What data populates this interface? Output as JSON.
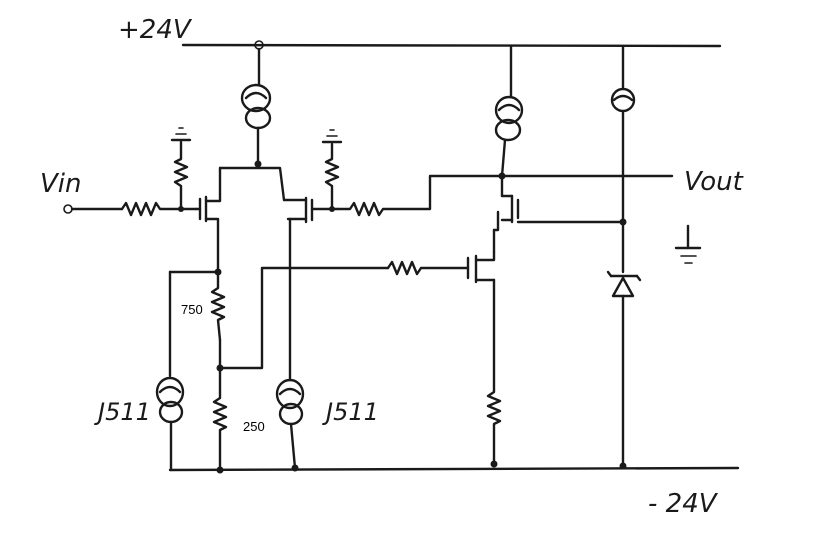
{
  "rails": {
    "positive": "+24V",
    "negative": "- 24V"
  },
  "signals": {
    "input": "Vin",
    "output": "Vout"
  },
  "resistors": {
    "upper_source": "750",
    "lower_source": "250"
  },
  "current_sources": {
    "left": "J511",
    "right": "J511"
  }
}
